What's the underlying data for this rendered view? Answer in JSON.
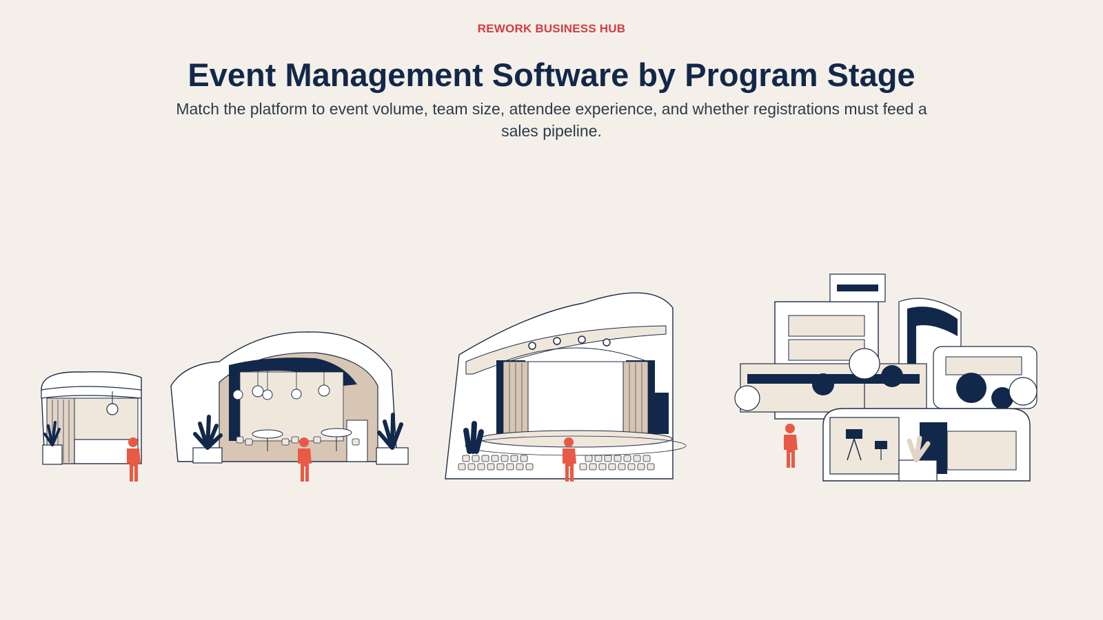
{
  "header": {
    "eyebrow": "REWORK BUSINESS HUB",
    "title": "Event Management Software by Program Stage",
    "subtitle": "Match the platform to event volume, team size, attendee experience, and whether registrations must feed a sales pipeline."
  },
  "colors": {
    "background": "#f4f0e9",
    "accent": "#d73a3f",
    "navy": "#12284a",
    "figure": "#e85a45",
    "beige": "#e2d4c6",
    "line": "#1d2a44"
  },
  "illustration": {
    "stages": [
      {
        "icon": "kiosk-booth-icon"
      },
      {
        "icon": "banquet-hall-icon"
      },
      {
        "icon": "auditorium-stage-icon"
      },
      {
        "icon": "corporate-campus-icon"
      }
    ]
  }
}
